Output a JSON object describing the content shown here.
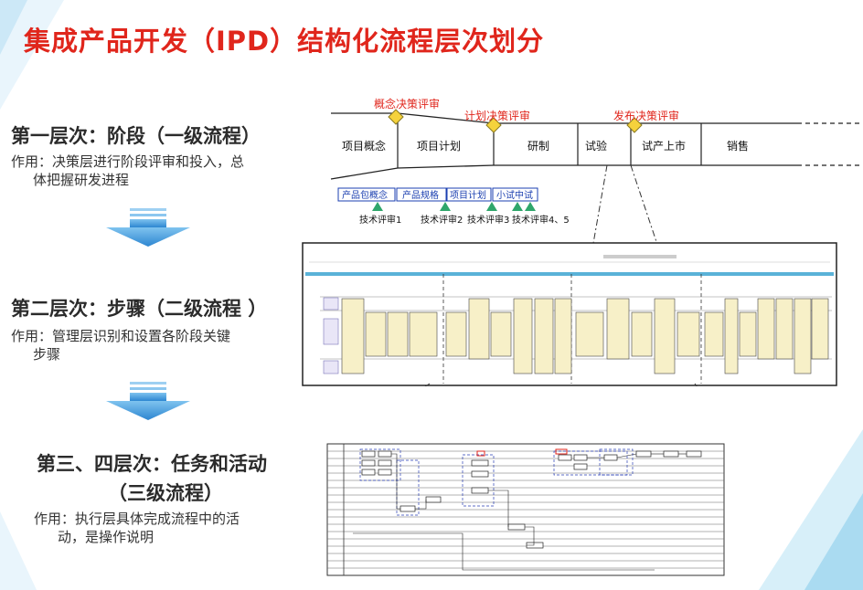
{
  "title": "集成产品开发（IPD）结构化流程层次划分",
  "levels": [
    {
      "heading": "第一层次：阶段（一级流程）",
      "description_line1": "作用：决策层进行阶段评审和投入，总",
      "description_line2": "体把握研发进程"
    },
    {
      "heading": "第二层次：步骤（二级流程 ）",
      "description_line1": "作用：管理层识别和设置各阶段关键",
      "description_line2": "步骤"
    },
    {
      "heading_line1": "第三、四层次：任务和活动",
      "heading_line2": "（三级流程）",
      "description_line1": "作用：执行层具体完成流程中的活",
      "description_line2": "动，是操作说明"
    }
  ],
  "stage_diagram": {
    "decision_reviews": [
      "概念决策评审",
      "计划决策评审",
      "发布决策评审"
    ],
    "stages": [
      "项目概念",
      "项目计划",
      "研制",
      "试验",
      "试产上市",
      "销售"
    ],
    "sub_stages": [
      "产品包概念",
      "产品规格",
      "项目计划",
      "小试中试"
    ],
    "tech_reviews": [
      "技术评审1",
      "技术评审2",
      "技术评审3",
      "技术评审4、5"
    ]
  },
  "colors": {
    "title": "#e0261c",
    "diamond": "#f5d23c",
    "triangle": "#2fa66b",
    "sub_stage_text": "#1b3fb0",
    "arrow": "#2f8fd6"
  },
  "icons": {
    "decision_review_marker": "diamond",
    "tech_review_marker": "triangle",
    "level_transition": "down-arrow"
  }
}
